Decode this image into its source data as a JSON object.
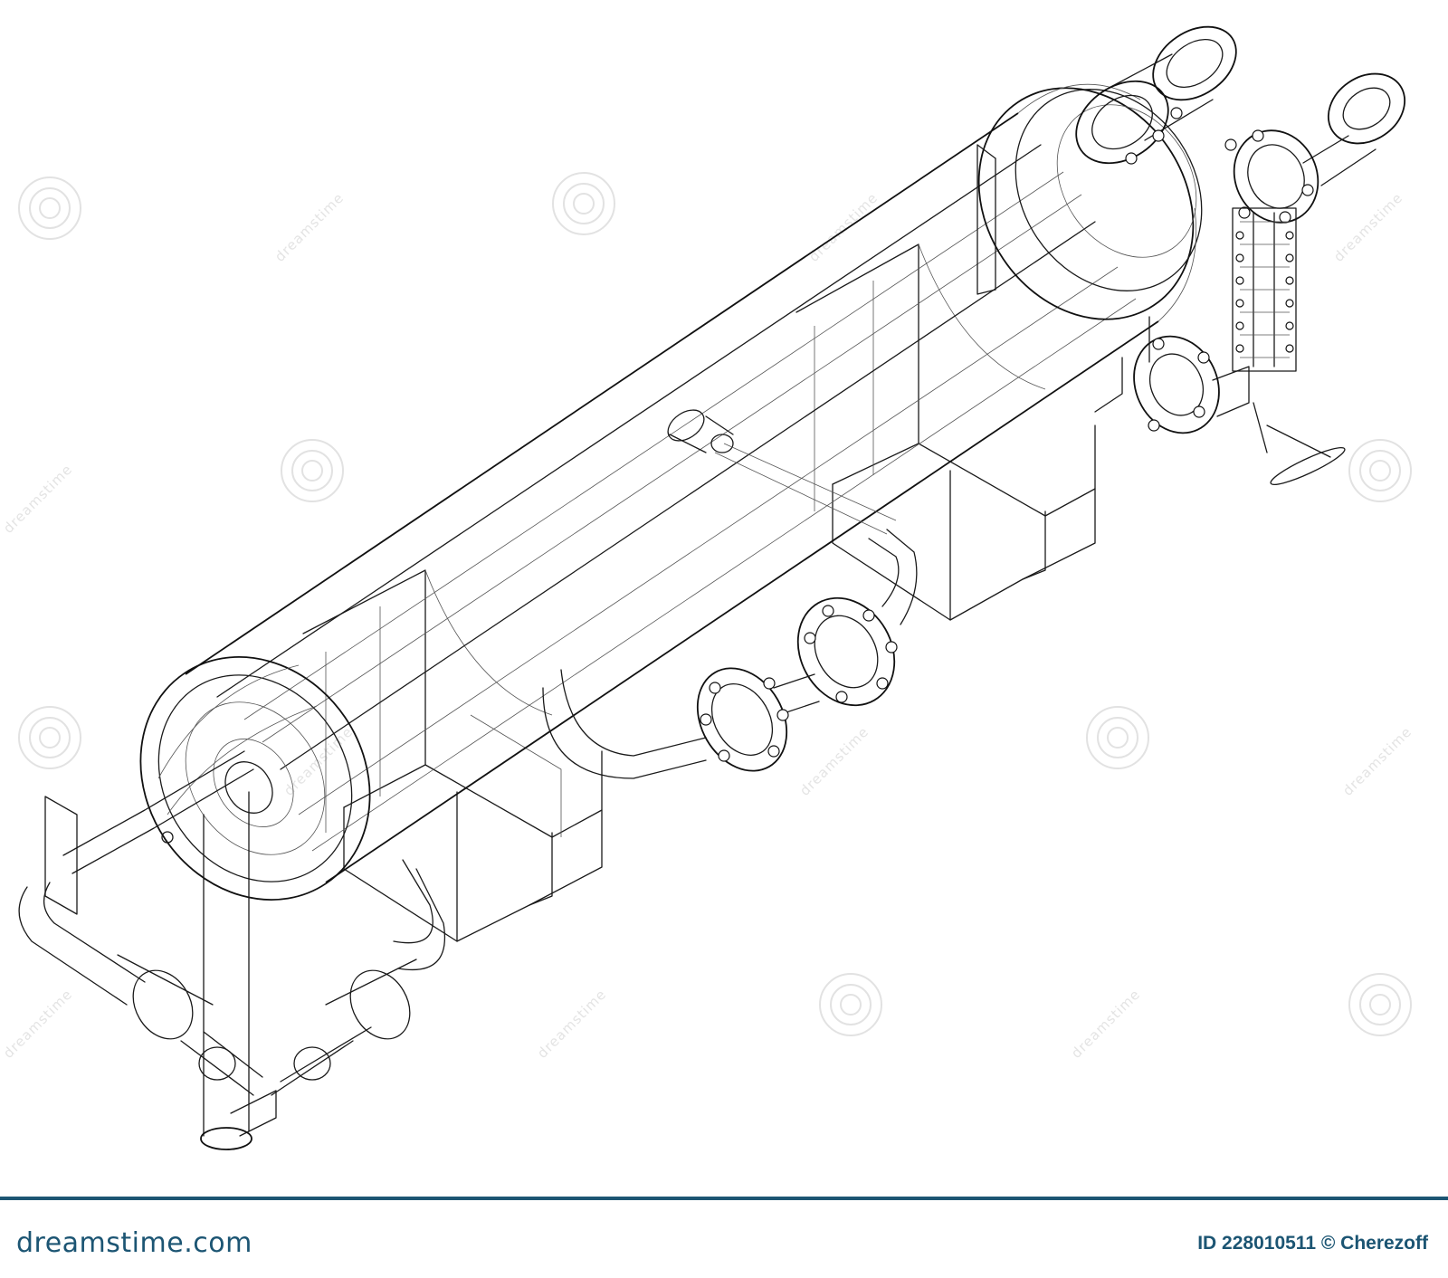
{
  "footer": {
    "brand": "dreamstime.com",
    "image_id": "ID 228010511 © Cherezoff"
  },
  "watermark": {
    "text": "dreamstime"
  },
  "colors": {
    "footer_accent": "#1c5573",
    "line": "#1a1a1a",
    "background": "#ffffff"
  }
}
